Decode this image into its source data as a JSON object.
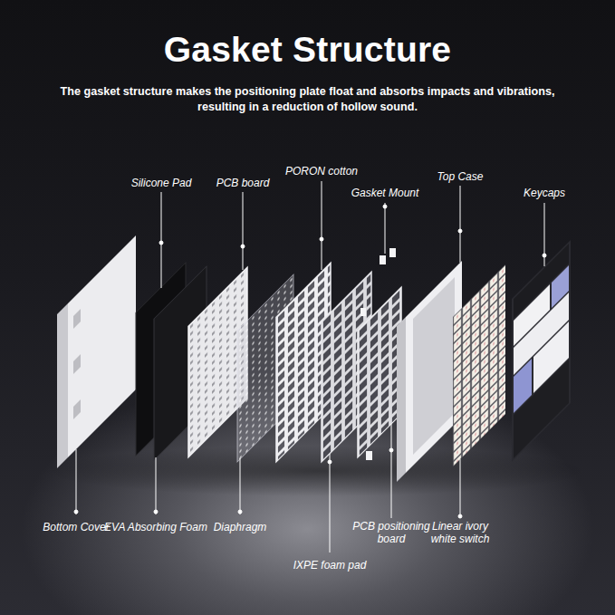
{
  "diagram": {
    "title": "Gasket Structure",
    "caption": "The gasket structure makes the positioning plate float and absorbs impacts and vibrations, resulting in a reduction of hollow sound.",
    "labels": [
      "Silicone Pad",
      "PCB board",
      "PORON cotton",
      "Gasket Mount",
      "Top Case",
      "Keycaps",
      "Bottom Cover",
      "EVA Absorbing Foam",
      "Diaphragm",
      "IXPE foam pad",
      "PCB positioning board",
      "Linear ivory white switch"
    ]
  }
}
